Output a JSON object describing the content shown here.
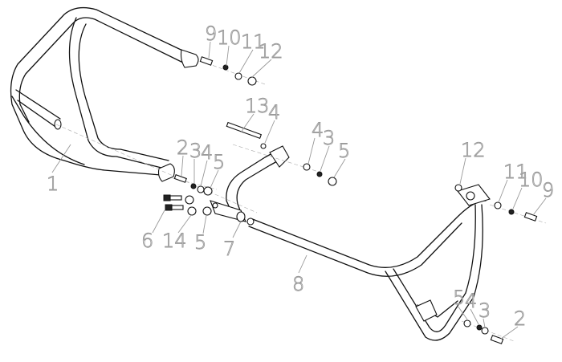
{
  "callouts": [
    {
      "id": "c9a",
      "text": "9"
    },
    {
      "id": "c10a",
      "text": "10"
    },
    {
      "id": "c11a",
      "text": "11"
    },
    {
      "id": "c12a",
      "text": "12"
    },
    {
      "id": "c13",
      "text": "13"
    },
    {
      "id": "c4a",
      "text": "4"
    },
    {
      "id": "c4b",
      "text": "4"
    },
    {
      "id": "c3b",
      "text": "3"
    },
    {
      "id": "c5b",
      "text": "5"
    },
    {
      "id": "c2c",
      "text": "2"
    },
    {
      "id": "c3c",
      "text": "3"
    },
    {
      "id": "c4c",
      "text": "4"
    },
    {
      "id": "c5c",
      "text": "5"
    },
    {
      "id": "c1",
      "text": "1"
    },
    {
      "id": "c12d",
      "text": "12"
    },
    {
      "id": "c11d",
      "text": "11"
    },
    {
      "id": "c10d",
      "text": "10"
    },
    {
      "id": "c9d",
      "text": "9"
    },
    {
      "id": "c6",
      "text": "6"
    },
    {
      "id": "c14",
      "text": "14"
    },
    {
      "id": "c5e",
      "text": "5"
    },
    {
      "id": "c7",
      "text": "7"
    },
    {
      "id": "c8",
      "text": "8"
    },
    {
      "id": "c5f",
      "text": "5"
    },
    {
      "id": "c4f",
      "text": "4"
    },
    {
      "id": "c3f",
      "text": "3"
    },
    {
      "id": "c2f",
      "text": "2"
    }
  ]
}
